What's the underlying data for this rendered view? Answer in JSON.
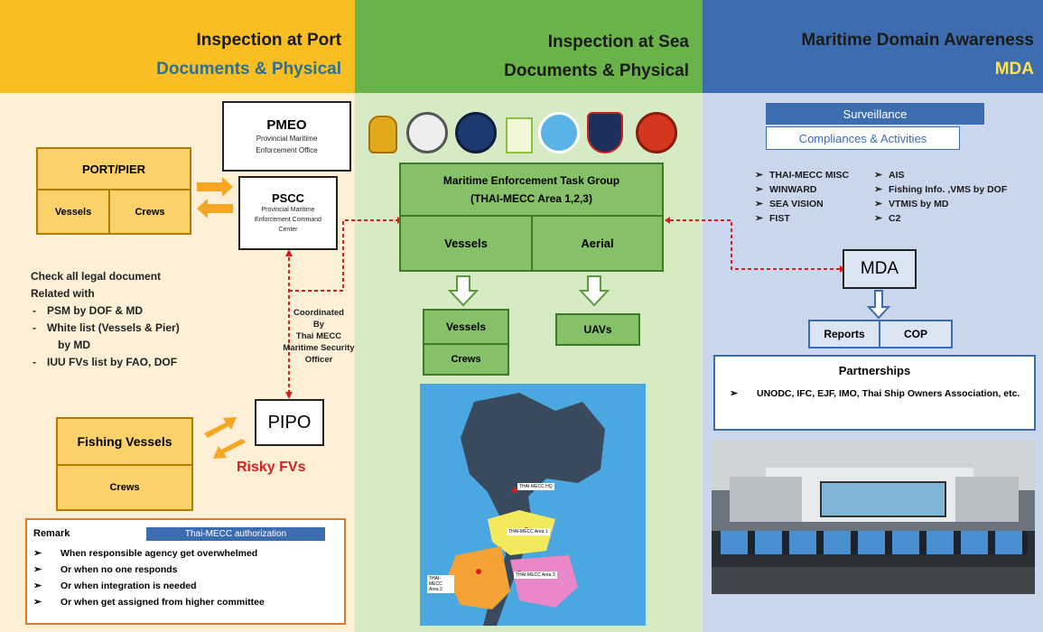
{
  "colors": {
    "port_header": "#f9bf22",
    "port_bg": "#fdf0d6",
    "sea_header": "#6ab34a",
    "sea_bg": "#d6ebc4",
    "mda_header": "#3d6cb0",
    "mda_bg": "#c9d6ec",
    "orange_box": "#fbd16a",
    "green_box": "#86c068",
    "dashed_red": "#d62020",
    "accent_teal": "#2f6f8f",
    "accent_yellow": "#ffe34a"
  },
  "port": {
    "header_title": "Inspection at Port",
    "header_sub": "Documents & Physical",
    "pmeo_title": "PMEO",
    "pmeo_desc": "Provincial Maritime Enforcement Office",
    "pscc_title": "PSCC",
    "pscc_desc": "Provincial Maritime Enforcement Command Center",
    "port_pier": "PORT/PIER",
    "vessels": "Vessels",
    "crews": "Crews",
    "check_title": "Check all legal document",
    "related": "Related with",
    "items": [
      "PSM by DOF & MD",
      "White list (Vessels & Pier)",
      "by MD",
      "IUU FVs list by FAO, DOF"
    ],
    "coord": [
      "Coordinated",
      "By",
      "Thai MECC",
      "Maritime Security",
      "Officer"
    ],
    "pipo": "PIPO",
    "fishing_vessels": "Fishing Vessels",
    "fv_crews": "Crews",
    "risky": "Risky FVs",
    "remark_label": "Remark",
    "remark_badge": "Thai-MECC authorization",
    "remarks": [
      "When responsible agency get overwhelmed",
      "Or when no one responds",
      "Or when integration is needed",
      "Or when get assigned from higher committee"
    ]
  },
  "sea": {
    "header_title": "Inspection at Sea",
    "header_sub": "Documents & Physical",
    "taskgroup_l1": "Maritime Enforcement Task Group",
    "taskgroup_l2": "(THAI-MECC Area 1,2,3)",
    "vessels": "Vessels",
    "aerial": "Aerial",
    "vessels2": "Vessels",
    "crews": "Crews",
    "uavs": "UAVs",
    "map_labels": [
      "THAI-MECC HQ",
      "THAI-MECC Area 1",
      "THAI-MECC Area 2",
      "THAI-MECC Area 3"
    ]
  },
  "mda": {
    "header_title": "Maritime Domain Awareness",
    "header_sub": "MDA",
    "surveillance": "Surveillance",
    "compliances": "Compliances & Activities",
    "left_list": [
      "THAI-MECC MISC",
      "WINWARD",
      "SEA VISION",
      "FIST"
    ],
    "right_list": [
      "AIS",
      "Fishing Info. ,VMS by DOF",
      "VTMIS by MD",
      "C2"
    ],
    "mda_box": "MDA",
    "reports": "Reports",
    "cop": "COP",
    "partnerships": "Partnerships",
    "partners": "UNODC, IFC, EJF, IMO, Thai Ship Owners Association, etc."
  }
}
